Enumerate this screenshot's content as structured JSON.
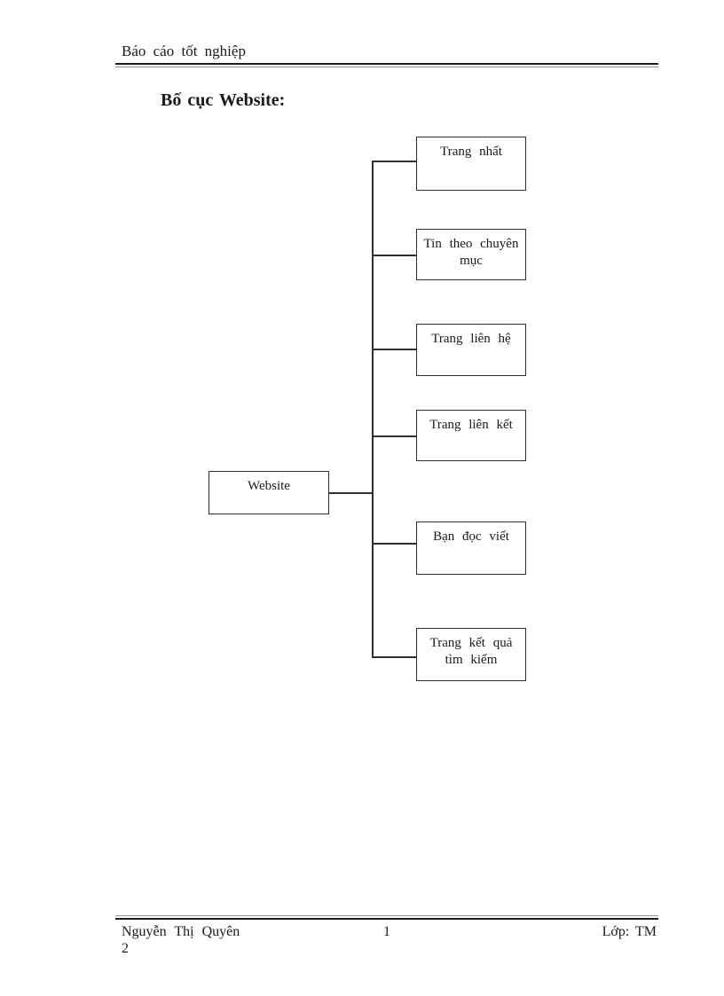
{
  "header": {
    "title": "Báo cáo tốt nghiệp"
  },
  "section_title": "Bố cục Website:",
  "diagram": {
    "root": {
      "label": "Website"
    },
    "children": [
      {
        "label": "Trang nhất"
      },
      {
        "label": "Tin theo chuyên mục"
      },
      {
        "label": "Trang liên hệ"
      },
      {
        "label": "Trang liên kết"
      },
      {
        "label": "Bạn đọc viết"
      },
      {
        "label": "Trang kết quả tìm kiếm"
      }
    ]
  },
  "footer": {
    "author": "Nguyễn Thị Quyên",
    "page_number": "1",
    "class_label": "Lớp: TM",
    "line2": "2"
  }
}
